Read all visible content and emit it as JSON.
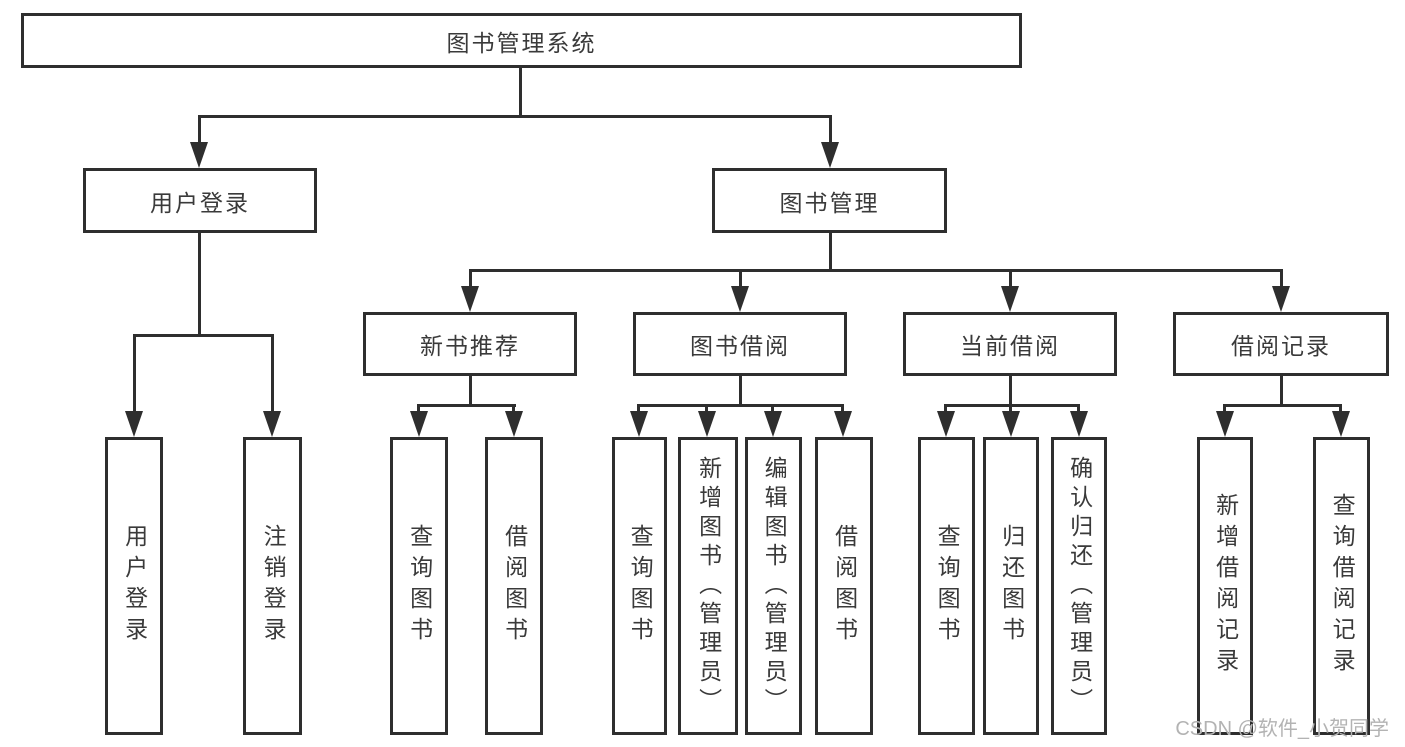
{
  "diagram": {
    "root_label": "图书管理系统",
    "branches": [
      {
        "label": "用户登录",
        "children": [
          {
            "label": "用户登录"
          },
          {
            "label": "注销登录"
          }
        ]
      },
      {
        "label": "图书管理",
        "children": [
          {
            "label": "新书推荐",
            "children": [
              {
                "label": "查询图书"
              },
              {
                "label": "借阅图书"
              }
            ]
          },
          {
            "label": "图书借阅",
            "children": [
              {
                "label": "查询图书"
              },
              {
                "label": "新增图书（管理员）"
              },
              {
                "label": "编辑图书（管理员）"
              },
              {
                "label": "借阅图书"
              }
            ]
          },
          {
            "label": "当前借阅",
            "children": [
              {
                "label": "查询图书"
              },
              {
                "label": "归还图书"
              },
              {
                "label": "确认归还（管理员）"
              }
            ]
          },
          {
            "label": "借阅记录",
            "children": [
              {
                "label": "新增借阅记录"
              },
              {
                "label": "查询借阅记录"
              }
            ]
          }
        ]
      }
    ],
    "watermark": "CSDN @软件_小贺同学",
    "colors": {
      "line": "#2e2e2e",
      "text": "#3a3a3a",
      "background": "#ffffff",
      "watermark": "#b3b3b3"
    }
  }
}
